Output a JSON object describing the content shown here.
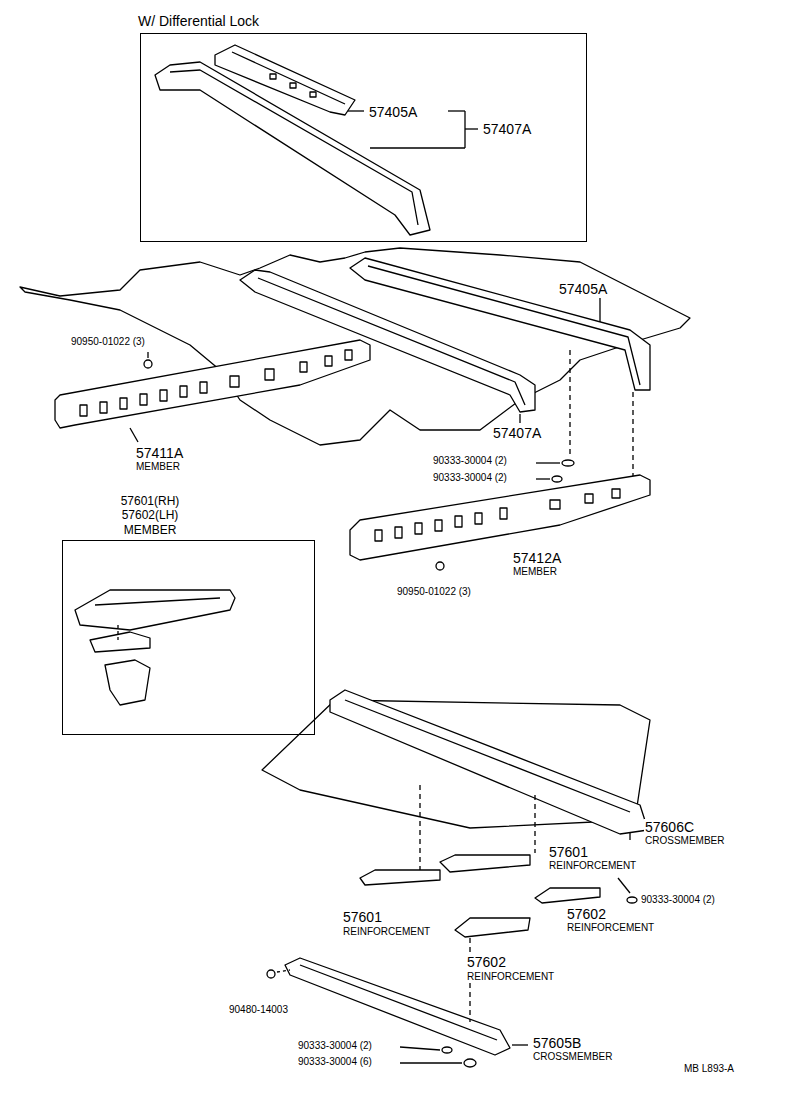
{
  "diagram": {
    "nodes": [
      {
        "text": [
          "W/ Differential Lock"
        ]
      },
      {
        "text": [
          "57601(RH) 57602(LH) MEMBER"
        ]
      }
    ],
    "labels": [
      "57405A",
      "57407A",
      "57405A",
      "90950-01022 (3)",
      "57411A",
      "MEMBER",
      "57407A",
      "90333-30004 (2)",
      "90333-30004 (2)",
      "57412A",
      "MEMBER",
      "90950-01022 (3)",
      "57606C",
      "CROSSMEMBER",
      "57601",
      "REINFORCEMENT",
      "90333-30004 (2)",
      "57601",
      "REINFORCEMENT",
      "57602",
      "REINFORCEMENT",
      "57602",
      "REINFORCEMENT",
      "90480-14003",
      "90333-30004 (2)",
      "57605B",
      "CROSSMEMBER",
      "90333-30004 (6)",
      "MB L893-A"
    ]
  }
}
